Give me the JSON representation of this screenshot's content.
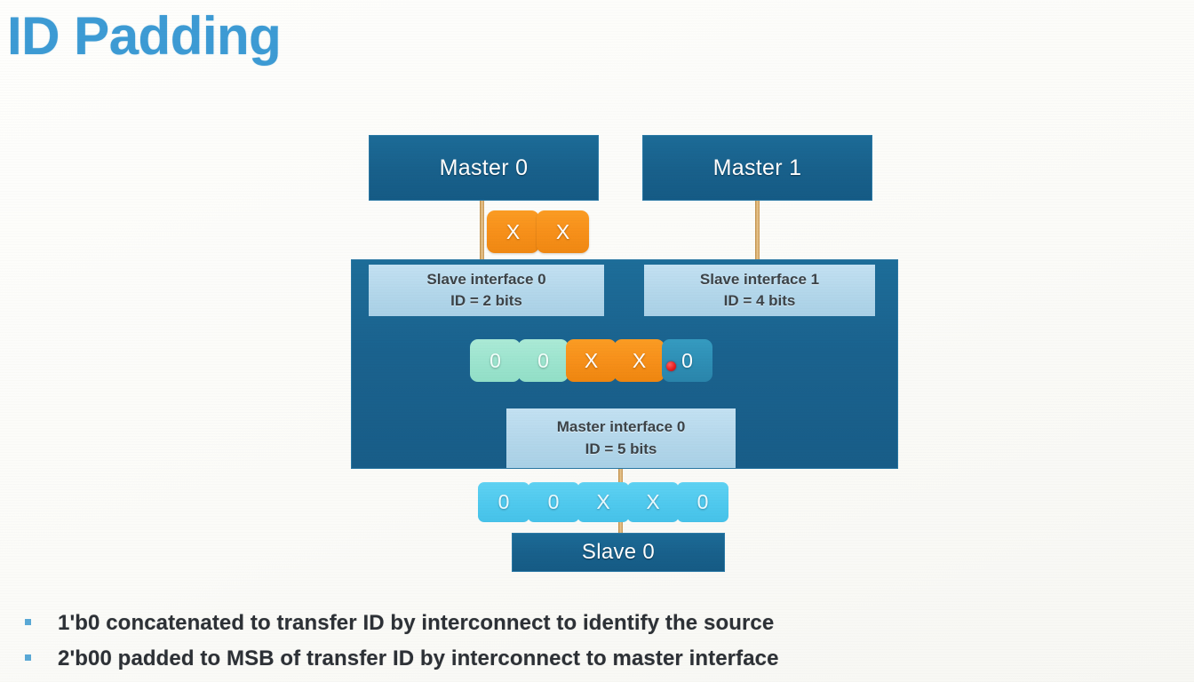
{
  "slide": {
    "title": "ID Padding",
    "accent_color": "#3d9bd4",
    "background_color": "#fdfdfa"
  },
  "diagram": {
    "masters": [
      {
        "label": "Master 0"
      },
      {
        "label": "Master 1"
      }
    ],
    "slave_interfaces": [
      {
        "name": "Slave interface 0",
        "id_width": "ID = 2 bits"
      },
      {
        "name": "Slave interface 1",
        "id_width": "ID = 4 bits"
      }
    ],
    "master_interface": {
      "name": "Master interface 0",
      "id_width": "ID = 5 bits"
    },
    "slave": {
      "label": "Slave 0"
    },
    "master0_id_bits": [
      {
        "value": "X",
        "color": "#f7901a"
      },
      {
        "value": "X",
        "color": "#f7901a"
      }
    ],
    "interconnect_id_bits": [
      {
        "value": "0",
        "color": "#9ce4ce",
        "kind": "mint"
      },
      {
        "value": "0",
        "color": "#9ce4ce",
        "kind": "mint"
      },
      {
        "value": "X",
        "color": "#f7901a",
        "kind": "orange"
      },
      {
        "value": "X",
        "color": "#f7901a",
        "kind": "orange"
      },
      {
        "value": "0",
        "color": "#2e8eb5",
        "kind": "teal"
      }
    ],
    "slave_id_bits": [
      {
        "value": "0",
        "color": "#4fc9ee"
      },
      {
        "value": "0",
        "color": "#4fc9ee"
      },
      {
        "value": "X",
        "color": "#4fc9ee"
      },
      {
        "value": "X",
        "color": "#4fc9ee"
      },
      {
        "value": "0",
        "color": "#4fc9ee"
      }
    ],
    "marker": {
      "color": "#e81f1f"
    },
    "interconnect_color": "#1a628e",
    "interface_color": "#b2d6ea",
    "connector_color": "#dcb071"
  },
  "bullets": [
    "1'b0 concatenated to transfer ID by interconnect to identify the source",
    "2'b00 padded to MSB of transfer ID by interconnect to master interface"
  ]
}
